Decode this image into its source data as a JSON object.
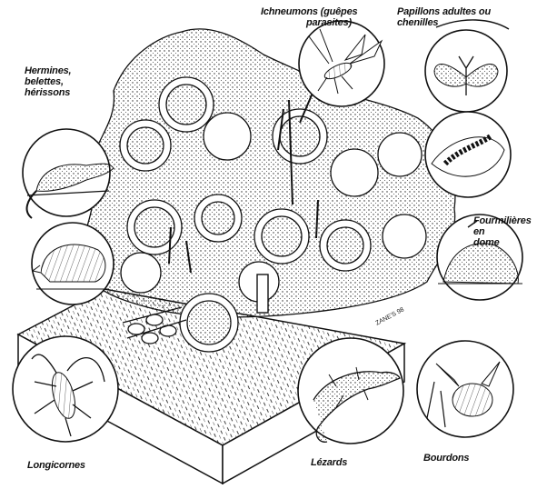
{
  "labels": {
    "ichneumons_line1": "Ichneumons (guêpes",
    "ichneumons_line2": "parasites)",
    "papillons_line1": "Papillons adultes ou",
    "papillons_line2": "chenilles",
    "hermines_line1": "Hermines,",
    "hermines_line2": "belettes,",
    "hermines_line3": "hérissons",
    "fourmilieres_line1": "Fourmilières",
    "fourmilieres_line2": "en",
    "fourmilieres_line3": "dome",
    "longicornes": "Longicornes",
    "lezards": "Lézards",
    "bourdons": "Bourdons"
  },
  "signature": "ZANE'S 98",
  "colors": {
    "ink": "#111111",
    "paper": "#ffffff"
  }
}
